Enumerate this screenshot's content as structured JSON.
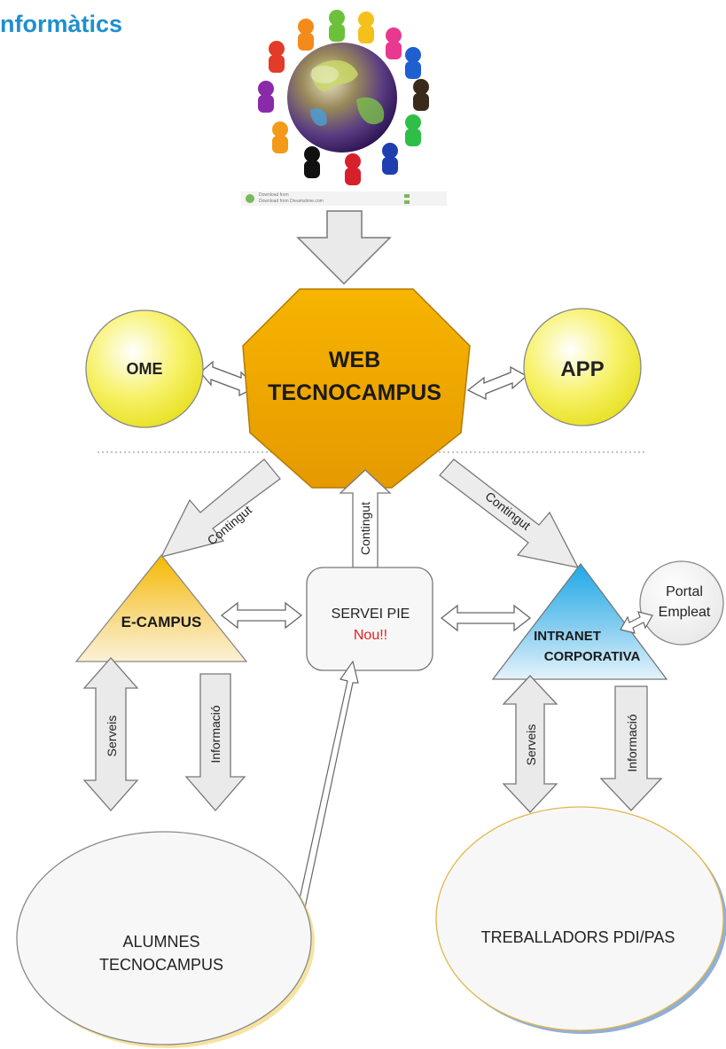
{
  "header": {
    "title_visible": "nformàtics"
  },
  "diagram": {
    "globe": {
      "icon": "globe-with-people-icon",
      "stock_caption": "Download from Dreamstime.com"
    },
    "center_node": {
      "line1": "WEB",
      "line2": "TECNOCAMPUS",
      "color": "#f2a800"
    },
    "ome": {
      "label": "OME",
      "color": "#f5f23a"
    },
    "app": {
      "label": "APP",
      "color": "#f5f23a"
    },
    "ecampus": {
      "label": "E-CAMPUS",
      "color": "#f5c21a"
    },
    "servei_pie": {
      "line1": "SERVEI PIE",
      "line2": "Nou!!",
      "line2_color": "#e02020"
    },
    "intranet": {
      "line1": "INTRANET",
      "line2": "CORPORATIVA",
      "color": "#3fb0e8"
    },
    "portal": {
      "line1": "Portal",
      "line2": "Empleat"
    },
    "alumnes": {
      "line1": "ALUMNES",
      "line2": "TECNOCAMPUS"
    },
    "treballadors": {
      "label": "TREBALLADORS PDI/PAS"
    },
    "arrow_labels": {
      "contingut_left": "Contingut",
      "contingut_center": "Contingut",
      "contingut_right": "Contingut",
      "serveis_left": "Serveis",
      "informacio_left": "Informació",
      "serveis_right": "Serveis",
      "informacio_right": "Informació"
    }
  }
}
